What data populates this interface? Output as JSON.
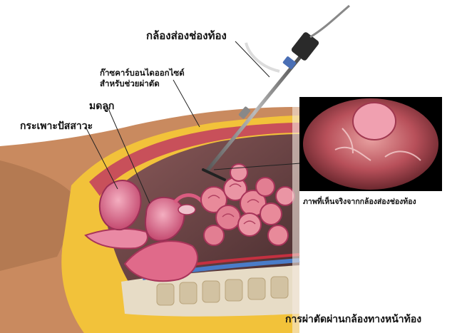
{
  "labels": {
    "laparoscope": "กล้องส่องช่องท้อง",
    "co2_line1": "ก๊าซคาร์บอนไดออกไซด์",
    "co2_line2": "สำหรับช่วยผ่าตัด",
    "uterus": "มดลูก",
    "bladder": "กระเพาะปัสสาวะ",
    "camera_view": "ภาพที่เห็นจริงจากกล้องส่องช่องท้อง",
    "caption": "การผ่าตัดผ่านกล้องทางหน้าท้อง"
  },
  "colors": {
    "skin": "#c98a5f",
    "fat": "#f2c23a",
    "muscle": "#c8505a",
    "organ_pink": "#e97a98",
    "intestine": "#e88a9a",
    "cavity": "#6e4a4a",
    "bone": "#e7dcc6",
    "scope": "#3a3a3a"
  }
}
